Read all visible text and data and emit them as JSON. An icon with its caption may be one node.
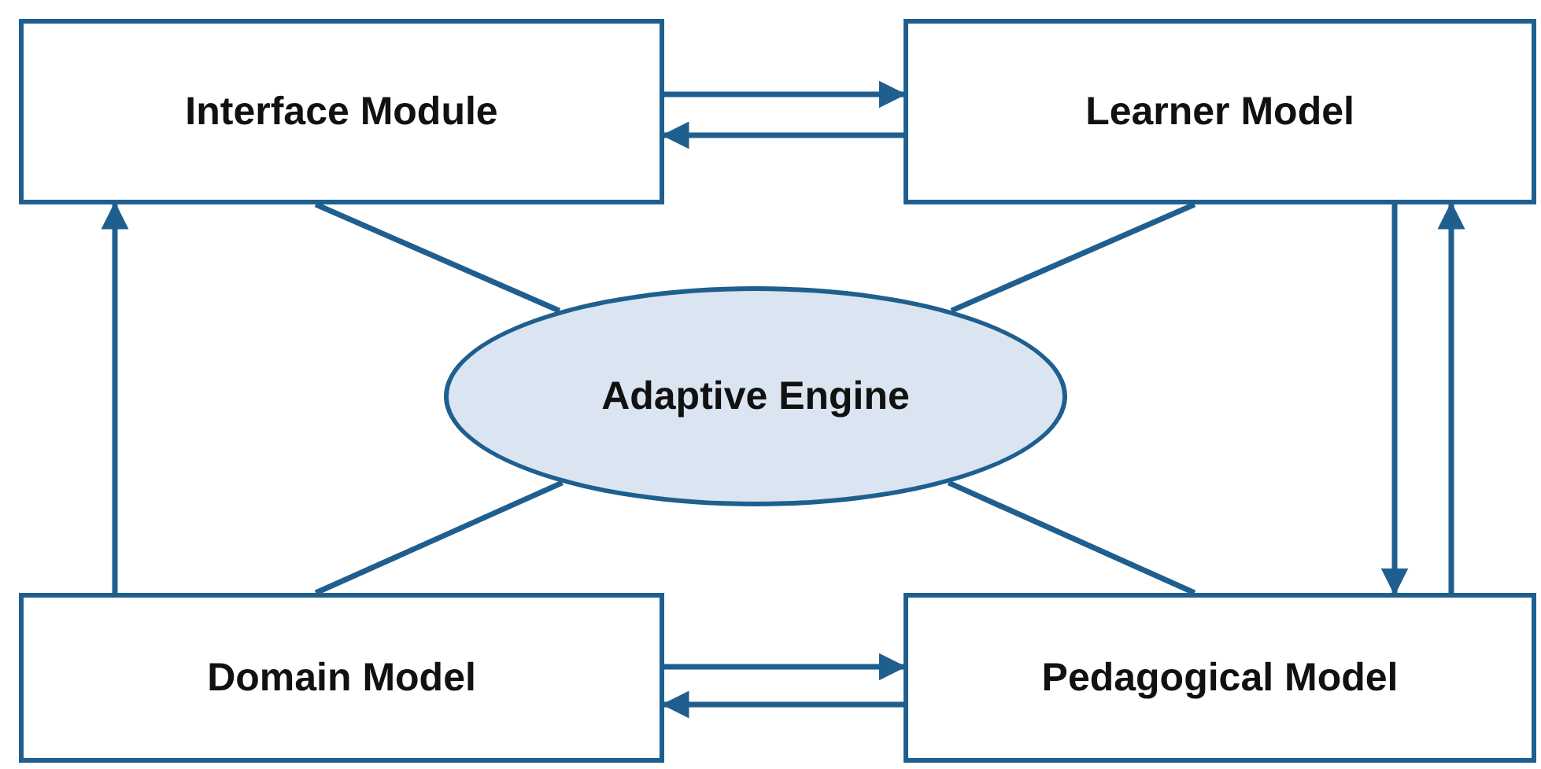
{
  "diagram": {
    "nodes": [
      {
        "text": [
          "Interface Module"
        ]
      },
      {
        "text": [
          "Learner Model"
        ]
      },
      {
        "text": [
          "Adaptive Engine"
        ]
      },
      {
        "text": [
          "Domain Model"
        ]
      },
      {
        "text": [
          "Pedagogical Model"
        ]
      }
    ],
    "edges": [
      {
        "from": 0,
        "to": 1,
        "arrow": "to"
      },
      {
        "from": 1,
        "to": 0,
        "arrow": "to"
      },
      {
        "from": 3,
        "to": 4,
        "arrow": "to"
      },
      {
        "from": 4,
        "to": 3,
        "arrow": "to"
      },
      {
        "from": 3,
        "to": 0,
        "arrow": "to"
      },
      {
        "from": 1,
        "to": 4,
        "arrow": "to"
      },
      {
        "from": 4,
        "to": 1,
        "arrow": "to"
      },
      {
        "from": 2,
        "to": 0,
        "arrow": "none"
      },
      {
        "from": 2,
        "to": 1,
        "arrow": "none"
      },
      {
        "from": 2,
        "to": 3,
        "arrow": "none"
      },
      {
        "from": 2,
        "to": 4,
        "arrow": "none"
      }
    ]
  }
}
